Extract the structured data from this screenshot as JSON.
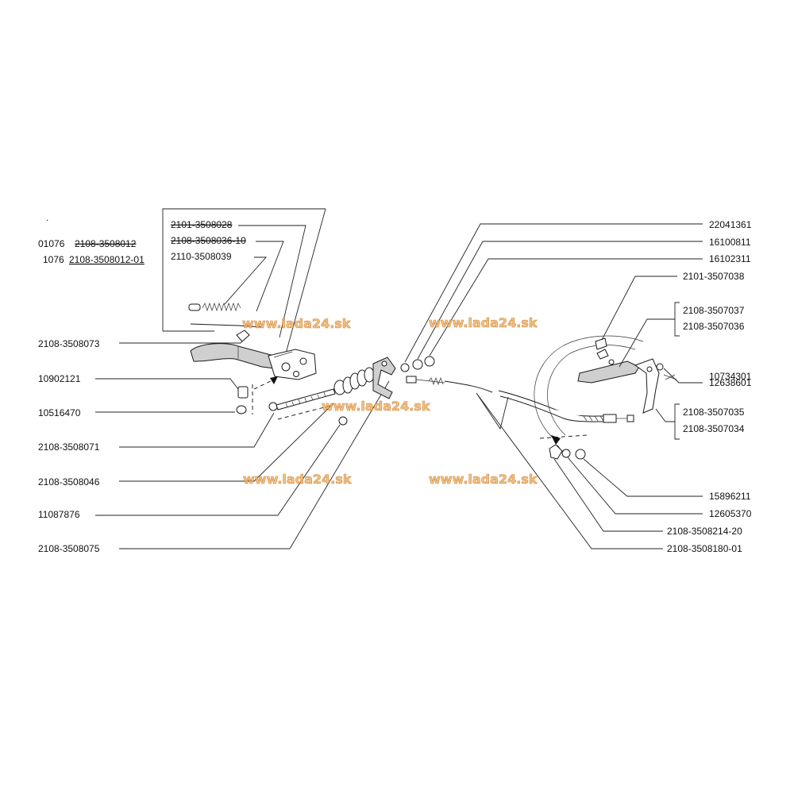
{
  "header_codes": [
    {
      "prefix": "01076",
      "code": "2108-3508012",
      "style": "strike"
    },
    {
      "prefix": "1076",
      "code": "2108-3508012-01",
      "style": "underline"
    }
  ],
  "inner_box_labels": [
    "2101-3508028",
    "2108-3508036-10",
    "2110-3508039"
  ],
  "left_labels": [
    "2108-3508073",
    "10902121",
    "10516470",
    "2108-3508071",
    "2108-3508046",
    "11087876",
    "2108-3508075"
  ],
  "right_labels": [
    "22041361",
    "16100811",
    "16102311",
    "2101-3507038",
    "2108-3507037",
    "2108-3507036",
    "12638601",
    "10734301",
    "2108-3507035",
    "2108-3507034",
    "15896211",
    "12605370",
    "2108-3508214-20",
    "2108-3508180-01"
  ],
  "watermark": "www.lada24.sk"
}
